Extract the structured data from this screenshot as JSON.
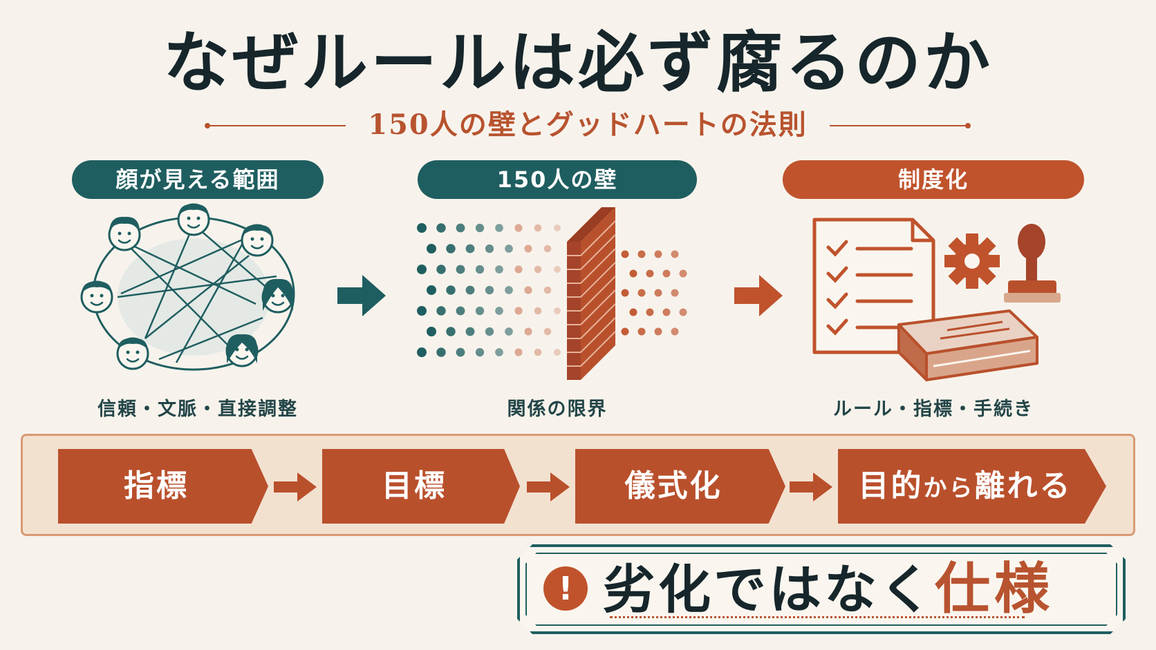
{
  "title": "なぜルールは必ず腐るのか",
  "subtitle": "150人の壁とグッドハートの法則",
  "stages": [
    {
      "label": "顔が見える範囲",
      "caption": "信頼・文脈・直接調整",
      "color": "#1f5e60"
    },
    {
      "label": "150人の壁",
      "caption": "関係の限界",
      "color": "#1f5e60"
    },
    {
      "label": "制度化",
      "caption": "ルール・指標・手続き",
      "color": "#c0532c"
    }
  ],
  "flow": [
    {
      "label": "指標"
    },
    {
      "label": "目標"
    },
    {
      "label": "儀式化"
    },
    {
      "label_main": "目的",
      "label_small": "から",
      "label_tail": "離れる"
    }
  ],
  "callout": {
    "icon": "!",
    "text": "劣化ではなく",
    "emphasis": "仕様"
  },
  "colors": {
    "teal": "#1f5e60",
    "rust": "#c0532c",
    "background": "#f7f3ec"
  },
  "icons": {
    "people": "people-network-icon",
    "wall": "brick-wall-icon",
    "institution": "checklist-gear-stamp-icon"
  }
}
